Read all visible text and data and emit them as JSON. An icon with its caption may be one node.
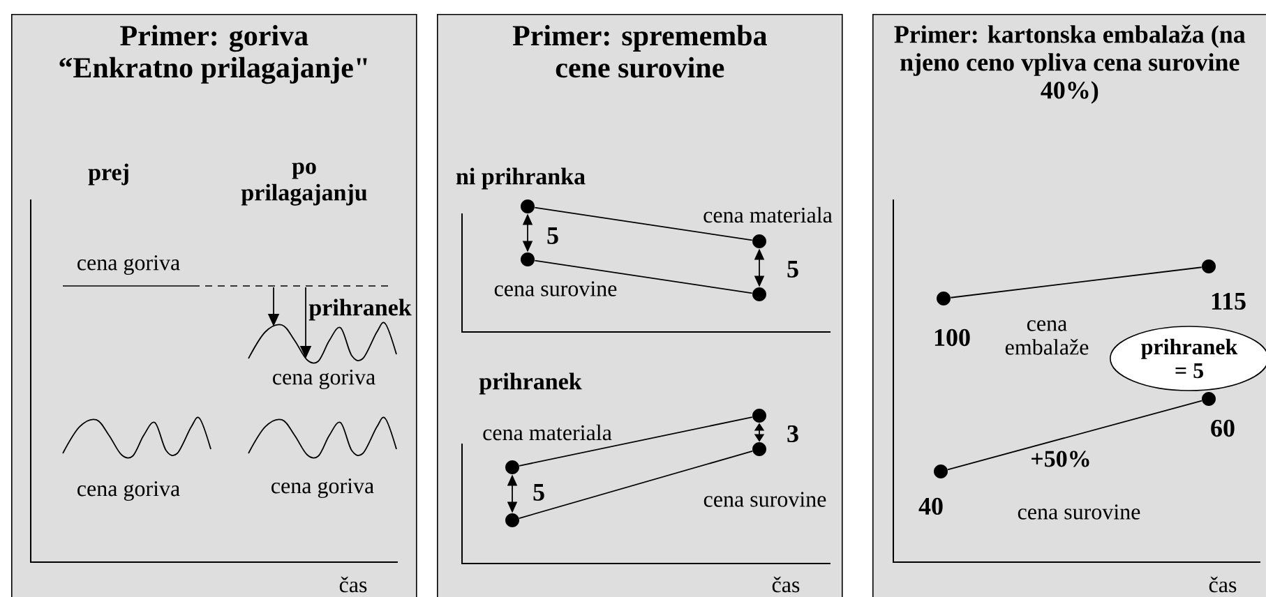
{
  "diagram": {
    "nodes": [
      {
        "text": [
          "Primer: goriva “Enkratno prilagajanje\""
        ]
      },
      {
        "text": [
          "Primer: sprememba cene surovine"
        ]
      },
      {
        "text": [
          "Primer: kartonska embalaža (na njeno ceno vpliva cena surovine 40%)"
        ]
      },
      {
        "text": [],
        "shape": "circle",
        "in": 1
      },
      {
        "text": [],
        "shape": "circle",
        "in": 1
      },
      {
        "text": [],
        "shape": "circle",
        "in": 1
      },
      {
        "text": [],
        "shape": "circle",
        "in": 1
      },
      {
        "text": [],
        "shape": "circle",
        "in": 1
      },
      {
        "text": [],
        "shape": "circle",
        "in": 1
      },
      {
        "text": [],
        "shape": "circle",
        "in": 1
      },
      {
        "text": [],
        "shape": "circle",
        "in": 1
      },
      {
        "text": [
          "**prihranek** = 5"
        ],
        "in": 2
      },
      {
        "text": [],
        "shape": "circle",
        "in": 2,
        "beside": [
          "100"
        ]
      },
      {
        "text": [],
        "shape": "circle",
        "in": 2,
        "beside": [
          "115"
        ]
      },
      {
        "text": [],
        "shape": "circle",
        "in": 2,
        "beside": [
          "40"
        ]
      },
      {
        "text": [],
        "shape": "circle",
        "in": 2,
        "beside": [
          "60"
        ]
      }
    ],
    "edges": [
      {
        "from": 3,
        "to": 5,
        "arrow": "none"
      },
      {
        "from": 4,
        "to": 6,
        "arrow": "none"
      },
      {
        "from": 3,
        "to": 4,
        "arrow": "both",
        "label": "5"
      },
      {
        "from": 5,
        "to": 6,
        "arrow": "both",
        "label": "5"
      },
      {
        "from": 7,
        "to": 9,
        "arrow": "none"
      },
      {
        "from": 8,
        "to": 10,
        "arrow": "none"
      },
      {
        "from": 7,
        "to": 8,
        "arrow": "both",
        "label": "5"
      },
      {
        "from": 9,
        "to": 10,
        "arrow": "both",
        "label": "3"
      },
      {
        "from": 12,
        "to": 13,
        "arrow": "none"
      },
      {
        "from": 14,
        "to": 15,
        "arrow": "none"
      }
    ],
    "labels": [
      "prej",
      "po prilagajanju",
      "cena goriva",
      "prihranek",
      "cena goriva",
      "cena goriva",
      "cena goriva",
      "čas",
      "ni prihranka",
      "cena materiala",
      "cena surovine",
      "prihranek",
      "cena materiala",
      "cena surovine",
      "čas",
      "cena embalaže",
      "+50%",
      "cena surovine",
      "čas"
    ]
  }
}
